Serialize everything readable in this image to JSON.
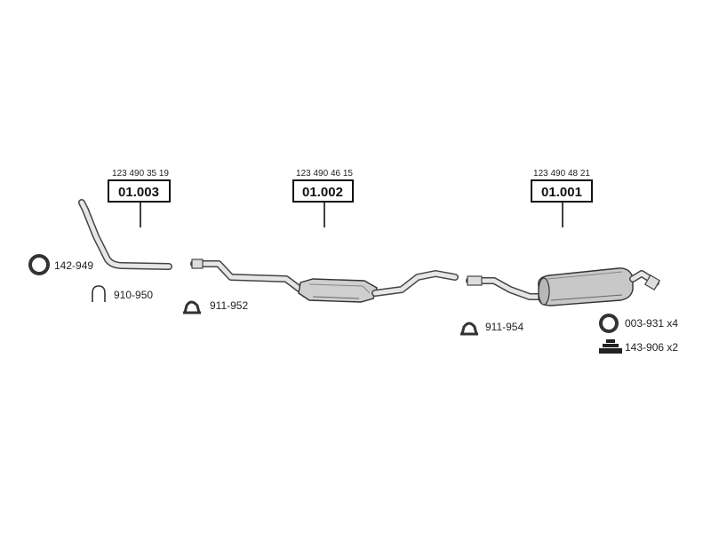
{
  "sections": [
    {
      "id": "front",
      "oem_number": "123 490 35 19",
      "position_code": "01.003"
    },
    {
      "id": "middle",
      "oem_number": "123 490 46 15",
      "position_code": "01.002"
    },
    {
      "id": "rear",
      "oem_number": "123 490 48 21",
      "position_code": "01.001"
    }
  ],
  "accessories": [
    {
      "id": "ring-front",
      "part": "142-949",
      "icon": "gasket-ring-icon"
    },
    {
      "id": "ubolt",
      "part": "910-950",
      "icon": "u-bolt-icon"
    },
    {
      "id": "clamp-mid",
      "part": "911-952",
      "icon": "clamp-icon"
    },
    {
      "id": "clamp-rear",
      "part": "911-954",
      "icon": "clamp-icon"
    },
    {
      "id": "ring-rear",
      "part": "003-931 x4",
      "icon": "gasket-ring-icon"
    },
    {
      "id": "hanger",
      "part": "143-906 x2",
      "icon": "rubber-hanger-icon"
    }
  ]
}
